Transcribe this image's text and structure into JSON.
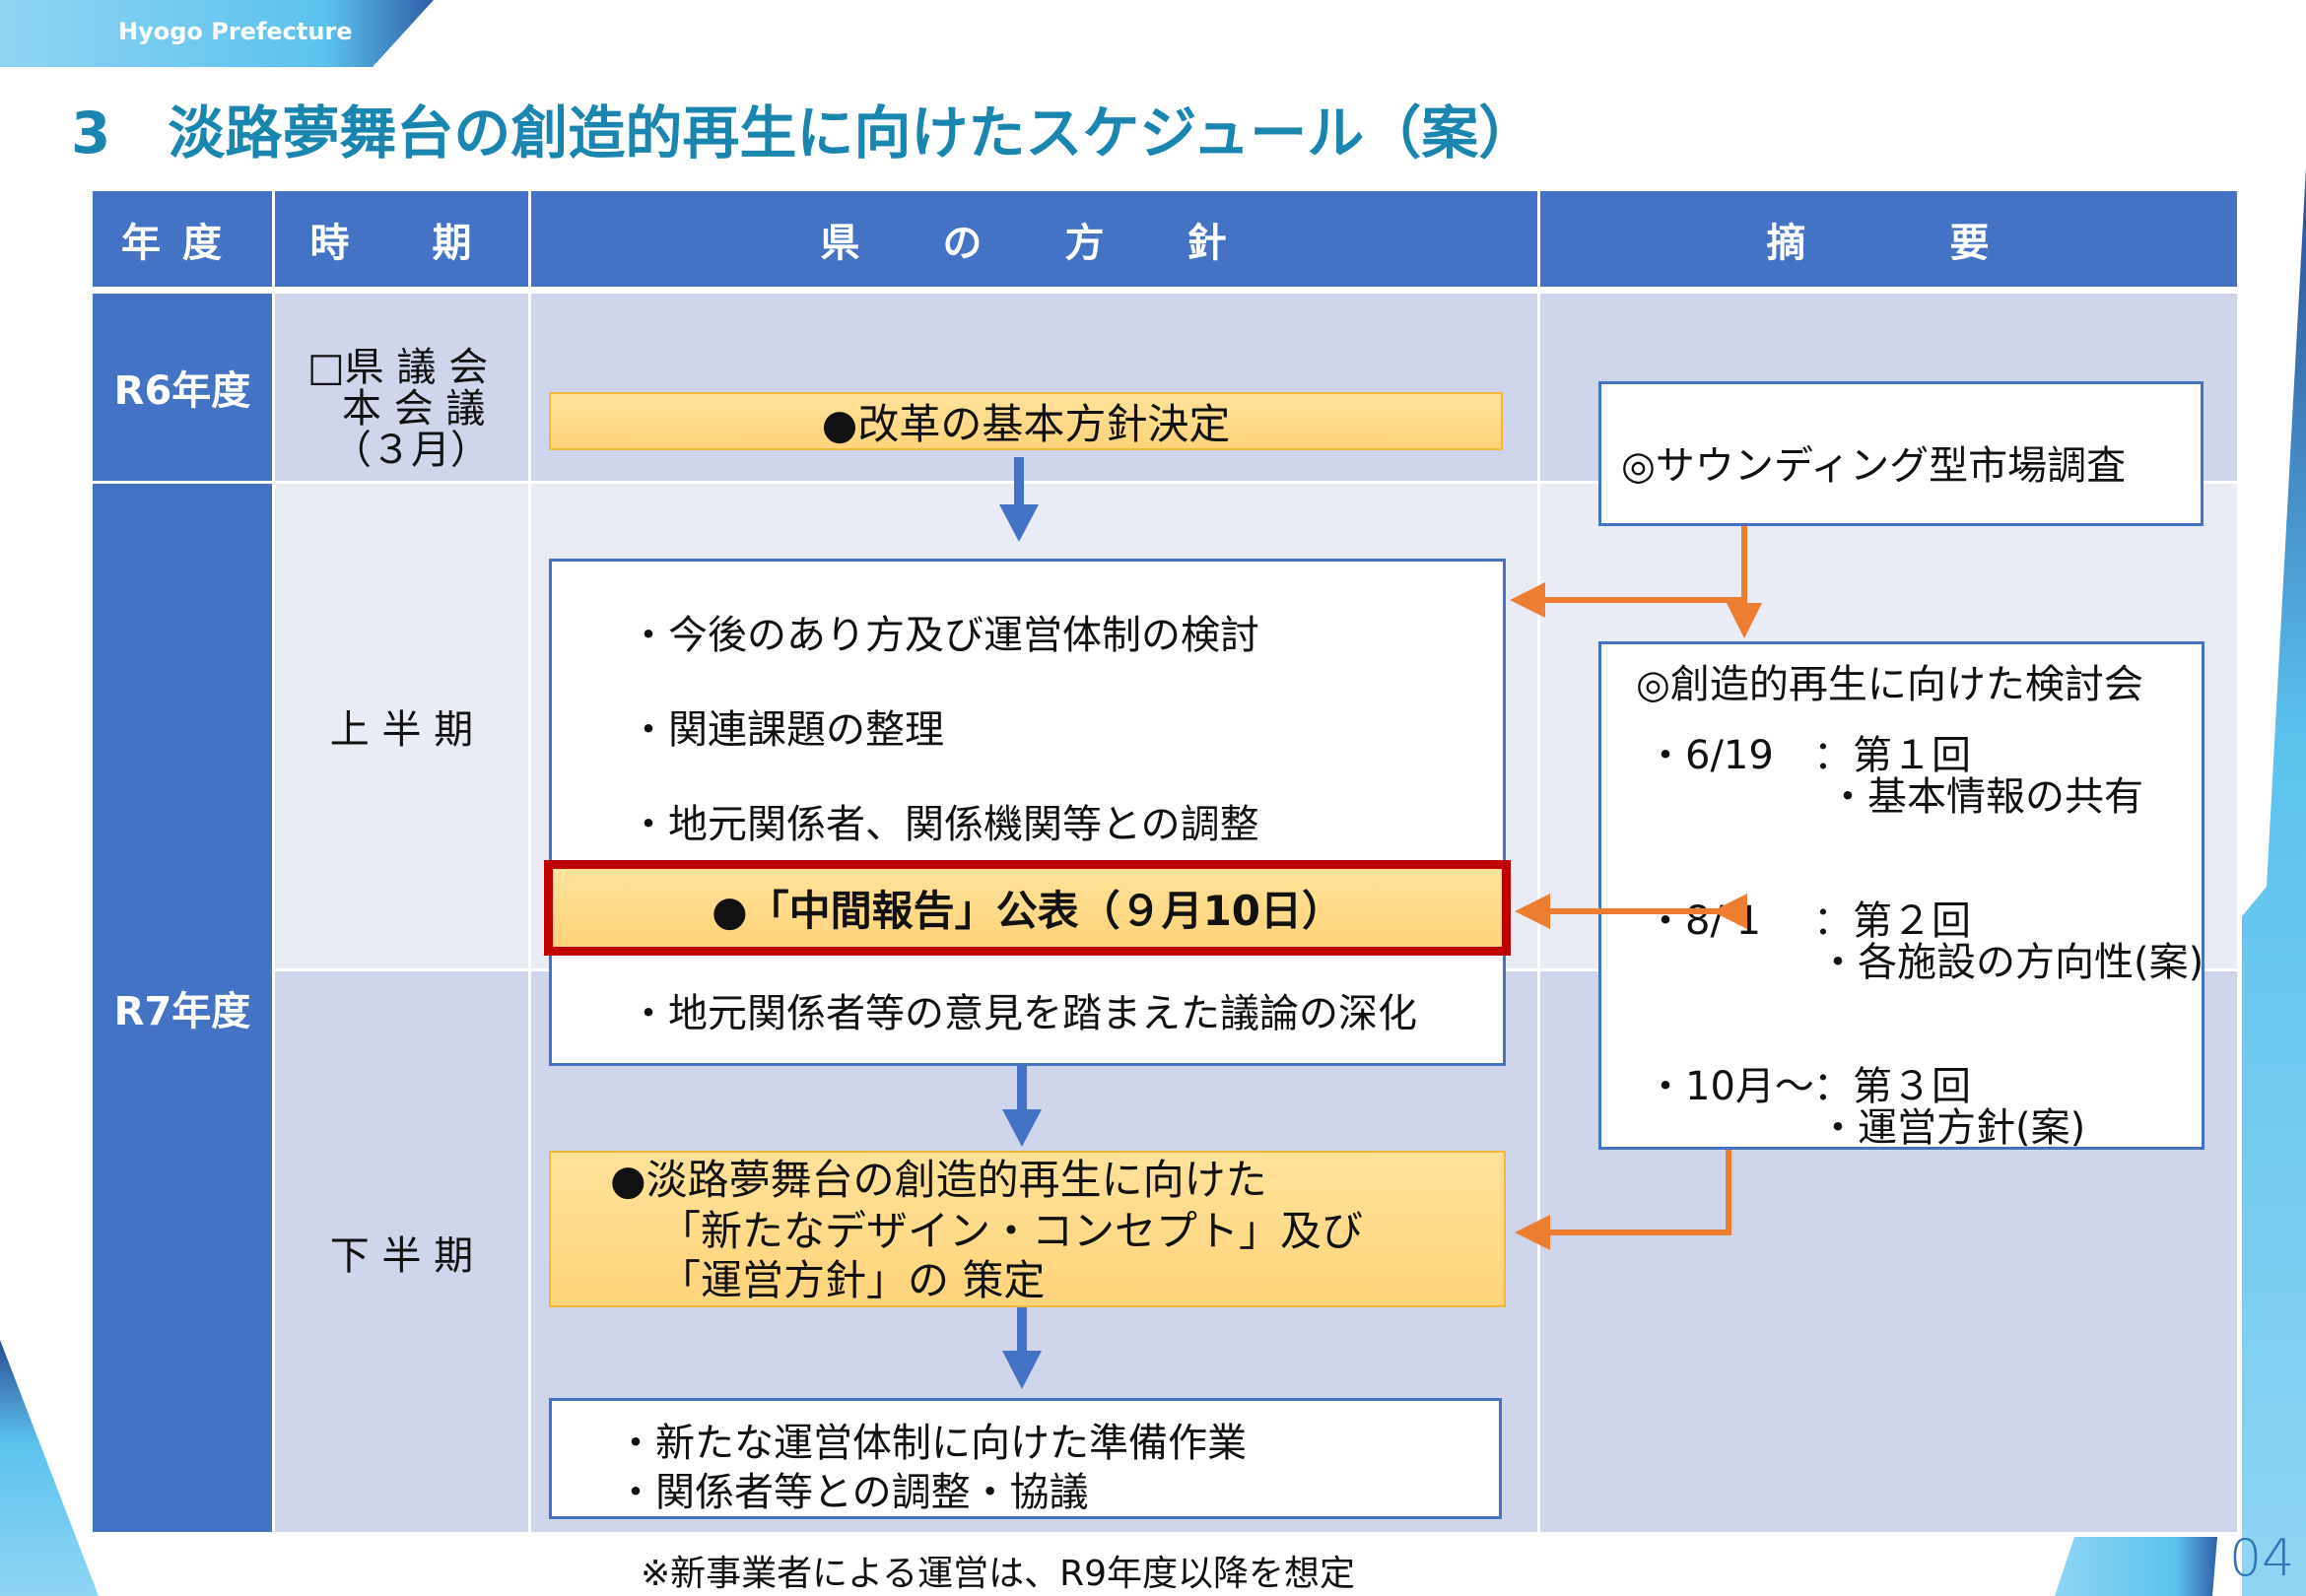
{
  "brand": "Hyogo Prefecture",
  "title": "3　淡路夢舞台の創造的再生に向けたスケジュール（案）",
  "headers": [
    "年度",
    "時　期",
    "県　の　方　針",
    "摘　　要"
  ],
  "years": [
    "R6年度",
    "R7年度"
  ],
  "periods": {
    "r6": [
      "□県 議 会",
      "本 会 議",
      "（３月）"
    ],
    "upper": "上 半 期",
    "lower": "下 半 期"
  },
  "policy": {
    "decision": "●改革の基本方針決定",
    "items": [
      "・今後のあり方及び運営体制の検討",
      "・関連課題の整理",
      "・地元関係者、関係機関等との調整"
    ],
    "interim": "●「中間報告」公表（９月10日）",
    "deepen": "・地元関係者等の意見を踏まえた議論の深化",
    "formulation": [
      "●淡路夢舞台の創造的再生に向けた",
      "「新たなデザイン・コンセプト」及び",
      "「運営方針」の 策定"
    ],
    "prep": [
      "・新たな運営体制に向けた準備作業",
      "・関係者等との調整・協議"
    ]
  },
  "summary": {
    "sounding": "◎サウンディング型市場調査",
    "council_title": "◎創造的再生に向けた検討会",
    "meetings": [
      {
        "date": "・6/19",
        "session": "：第１回",
        "topic": "・基本情報の共有"
      },
      {
        "date": "・8/ 1",
        "session": "：第２回",
        "topic": "・各施設の方向性(案)"
      },
      {
        "date": "・10月～",
        "session": "：第３回",
        "topic": "・運営方針(案)"
      }
    ]
  },
  "footnote": "※新事業者による運営は、R9年度以降を想定",
  "page_number": "04",
  "colors": {
    "header": "#4472C4",
    "title": "#1A86B0",
    "orange": "#ED7D31",
    "red": "#C00000"
  }
}
